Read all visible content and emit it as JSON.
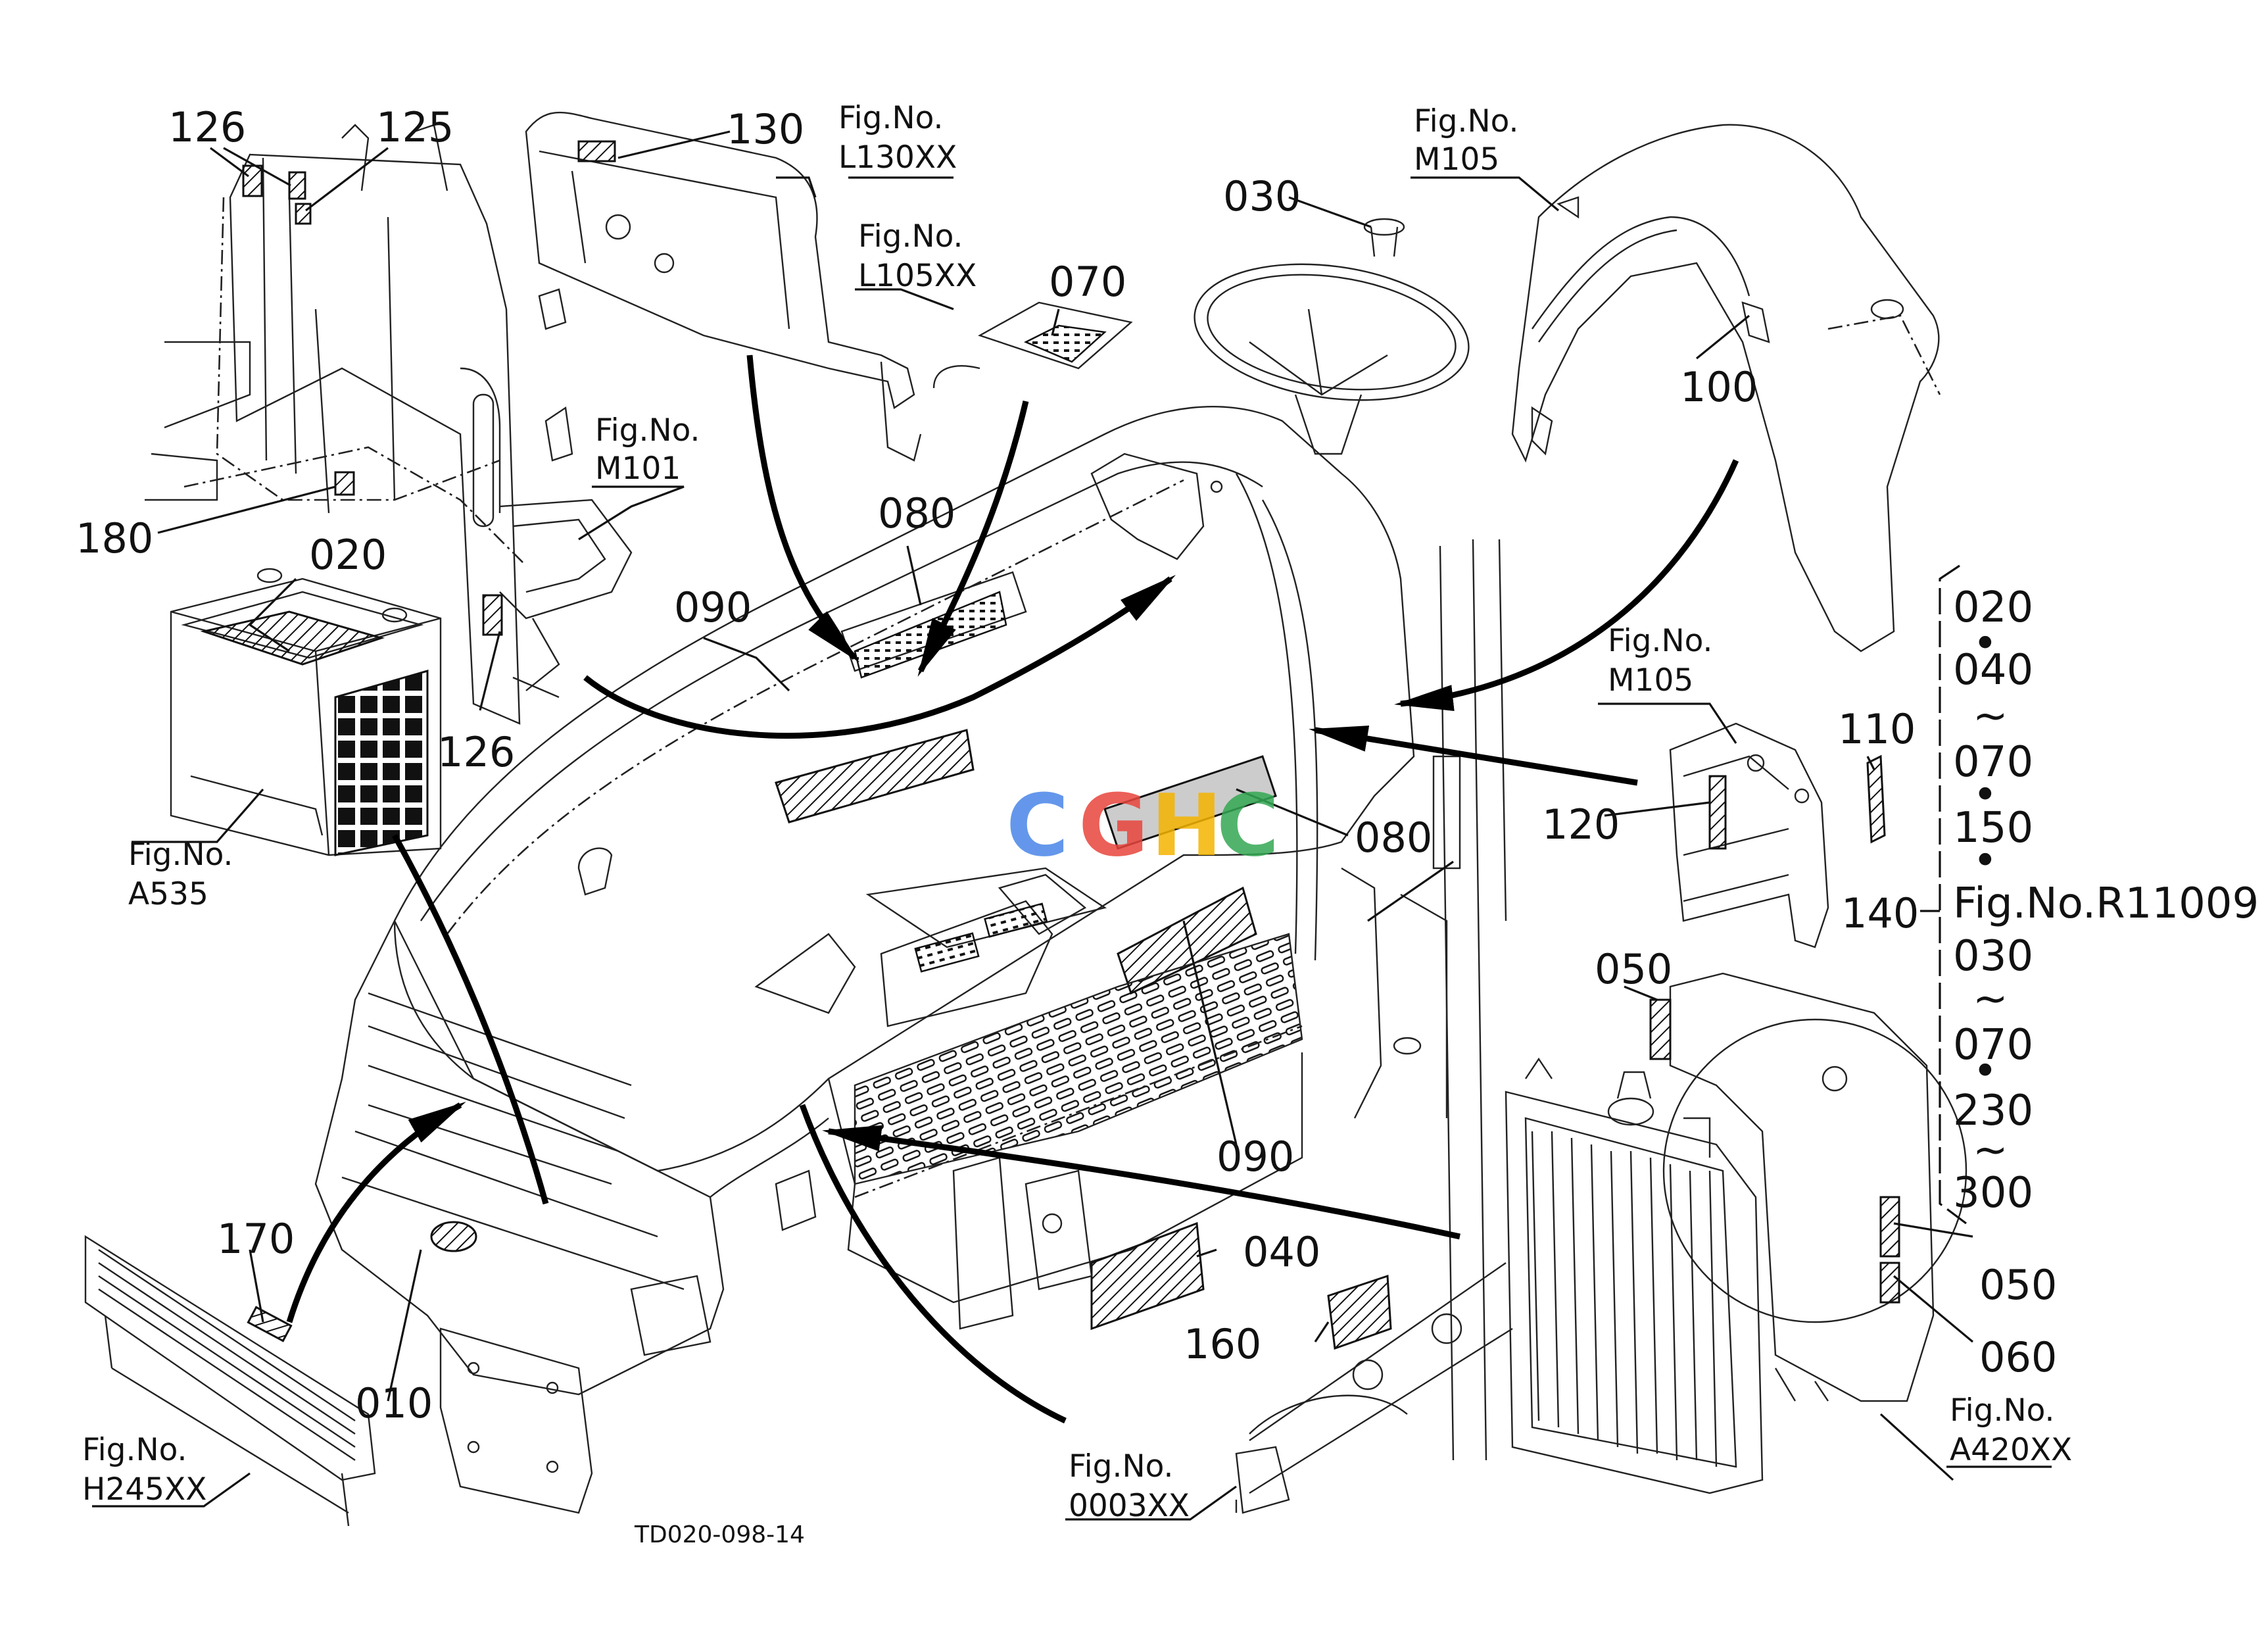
{
  "drawing_code": "TD020-098-14",
  "watermark": {
    "text": "CGHC",
    "colors": [
      "#4a86e8",
      "#e8453c",
      "#f4b400",
      "#34a853"
    ]
  },
  "callouts": {
    "c126a": "126",
    "c125": "125",
    "c130": "130",
    "c030": "030",
    "c070": "070",
    "c180": "180",
    "c020": "020",
    "c080a": "080",
    "c090a": "090",
    "c100": "100",
    "c126b": "126",
    "c120": "120",
    "c110": "110",
    "c140": "140",
    "c080b": "080",
    "c050a": "050",
    "c090b": "090",
    "c170": "170",
    "c040": "040",
    "c050b": "050",
    "c160": "160",
    "c010": "010",
    "c060": "060"
  },
  "fig_refs": {
    "l130": {
      "label": "Fig.No.",
      "code": "L130XX"
    },
    "l105": {
      "label": "Fig.No.",
      "code": "L105XX"
    },
    "m105a": {
      "label": "Fig.No.",
      "code": "M105"
    },
    "m101": {
      "label": "Fig.No.",
      "code": "M101"
    },
    "m105b": {
      "label": "Fig.No.",
      "code": "M105"
    },
    "a535": {
      "label": "Fig.No.",
      "code": "A535"
    },
    "h245": {
      "label": "Fig.No.",
      "code": "H245XX"
    },
    "f0003": {
      "label": "Fig.No.",
      "code": "0003XX"
    },
    "a420": {
      "label": "Fig.No.",
      "code": "A420XX"
    }
  },
  "side_list": {
    "item1": "020",
    "sep1": "•",
    "item2": "040",
    "sep2": "~",
    "item3": "070",
    "sep3": "•",
    "item4": "150",
    "sep4": "•",
    "item5": "Fig.No.R11009",
    "item6": "030",
    "sep5": "~",
    "item7": "070",
    "sep6": "•",
    "item8": "230",
    "sep7": "~",
    "item9": "300"
  }
}
